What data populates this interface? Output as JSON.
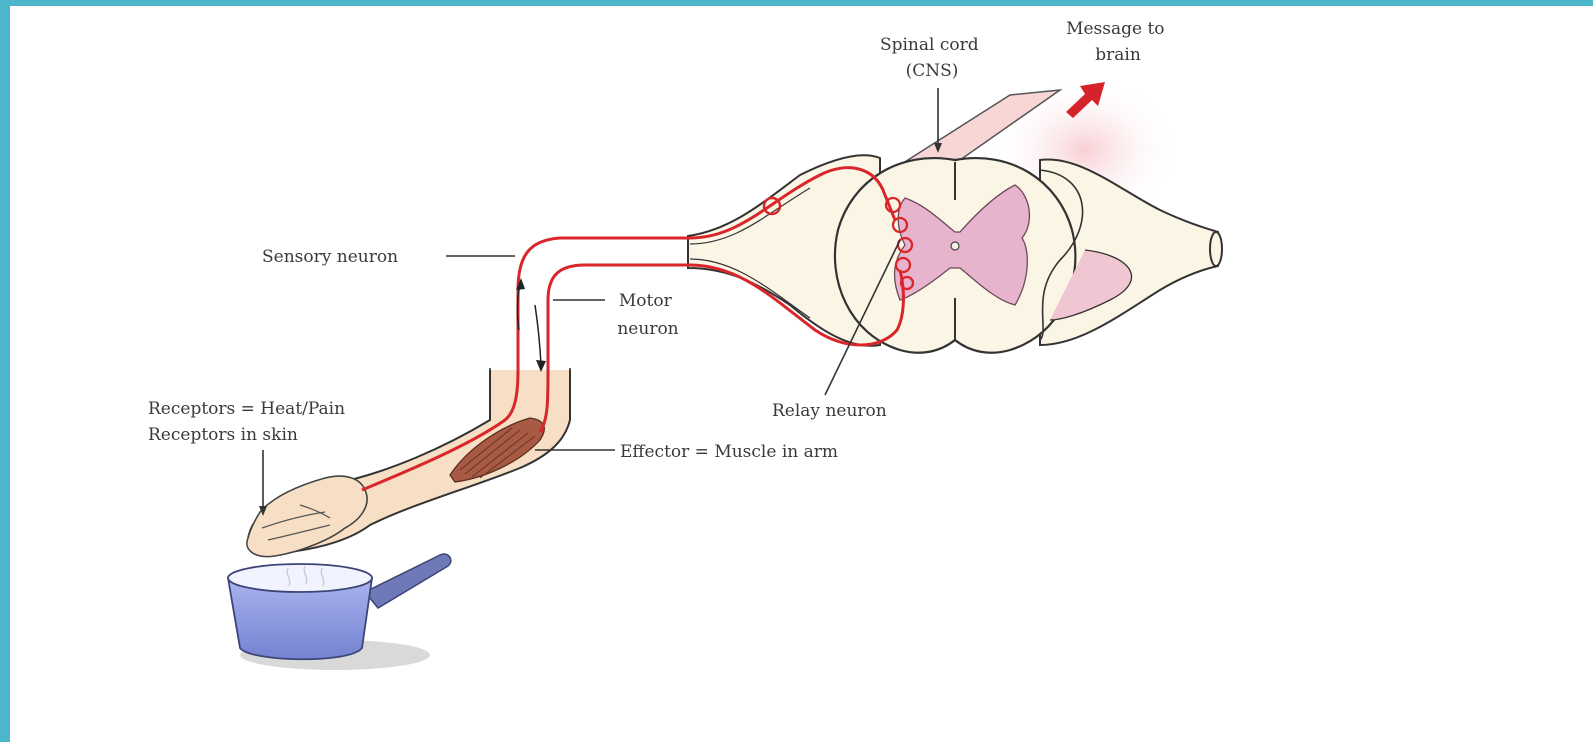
{
  "labels": {
    "spinal_cord_line1": "Spinal cord",
    "spinal_cord_line2": "(CNS)",
    "message_line1": "Message to",
    "message_line2": "brain",
    "sensory_neuron": "Sensory neuron",
    "motor_neuron_line1": "Motor",
    "motor_neuron_line2": "neuron",
    "receptors_line1": "Receptors = Heat/Pain",
    "receptors_line2": "Receptors in skin",
    "relay_neuron": "Relay neuron",
    "effector": "Effector = Muscle in arm"
  },
  "colors": {
    "frame": "#4db6cc",
    "nerve": "#d8262b",
    "skin": "#f6dfc4",
    "grey_matter": "#e8b3cc",
    "white_matter": "#fbf5e6",
    "pot": "#8e9be0",
    "arrow": "#d6232b"
  }
}
